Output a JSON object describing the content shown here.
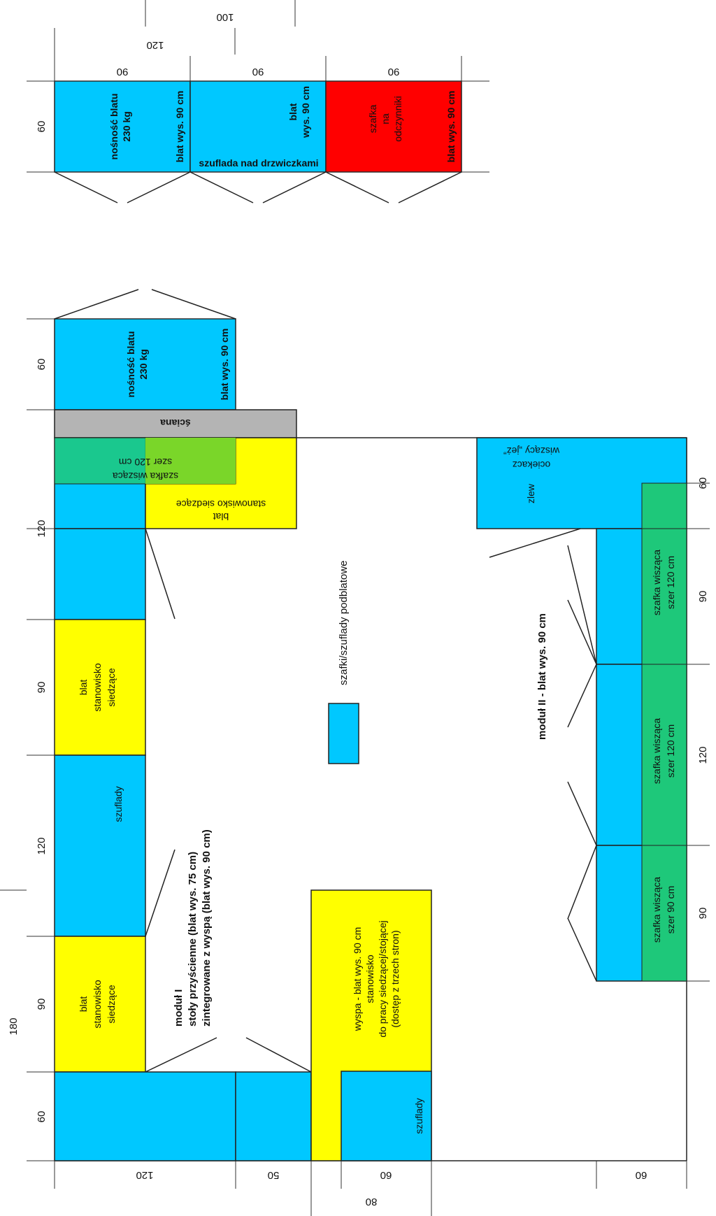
{
  "colors": {
    "cabinet": "#00c8ff",
    "seating": "#ffff00",
    "hanging": "#1ec87a",
    "hanging_overlap": "#7ad629",
    "wall": "#b4b4b4",
    "special": "#ff0000",
    "line": "#222222"
  },
  "top_unit": {
    "dims_top": [
      "90",
      "90",
      "90"
    ],
    "dim_upper_left": "120",
    "dim_upper_right": "100",
    "depth": "60",
    "cab1": {
      "line1": "nośność blatu",
      "line2": "230 kg",
      "height": "blat wys. 90 cm"
    },
    "cab2": {
      "line1": "blat",
      "line2": "wys. 90 cm",
      "drawer": "szuflada nad drzwiczkami"
    },
    "cab3": {
      "line1": "szafka",
      "line2": "na",
      "line3": "odczynniki",
      "height": "blat wys. 90 cm"
    }
  },
  "top_right_unit": {
    "depth": "60",
    "line1": "nośność blatu",
    "line2": "230 kg",
    "height": "blat wys. 90 cm"
  },
  "wall_label": "ściana",
  "left_dims": [
    "60",
    "90",
    "120",
    "90",
    "120"
  ],
  "left_dim_total": "180",
  "bottom_dims": [
    "120",
    "50",
    "60",
    "60"
  ],
  "bottom_dim_total": "80",
  "right_dims": [
    "60",
    "90",
    "120",
    "90"
  ],
  "module1": {
    "seat_upper": {
      "line1": "blat",
      "line2": "stanowisko",
      "line3": "siedzące"
    },
    "seat_lower": {
      "line1": "blat",
      "line2": "stanowisko",
      "line3": "siedzące"
    },
    "drawers": "szuflady",
    "corner_seat": {
      "line1": "blat",
      "line2": "stanowisko siedzące"
    },
    "hanging": {
      "line1": "szafka wisząca",
      "line2": "szer 120 cm"
    },
    "title1": "moduł I",
    "title2": "stoły przyścienne (blat wys. 75 cm)",
    "title3": "zintegrowane z wyspą (blat wys. 90 cm)"
  },
  "legend_label": "szafki/szuflady podblatowe",
  "island": {
    "line1": "wyspa - blat wys. 90 cm",
    "line2": "stanowisko",
    "line3": "do pracy siedzącej/stojącej",
    "line4": "(dostęp z trzech stron)",
    "drawers": "szuflady"
  },
  "module2": {
    "title": "moduł II - blat wys. 90 cm",
    "sink": "zlew",
    "dryer1": "ociekacz",
    "dryer2": "wiszący „jeż”",
    "hang1": {
      "line1": "szafka wisząca",
      "line2": "szer 120 cm"
    },
    "hang2": {
      "line1": "szafka wisząca",
      "line2": "szer 120 cm"
    },
    "hang3": {
      "line1": "szafka wisząca",
      "line2": "szer 90 cm"
    }
  }
}
